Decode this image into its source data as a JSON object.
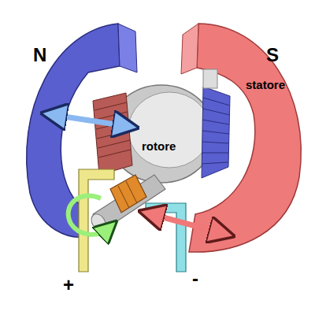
{
  "diagram": {
    "labels": [
      "N",
      "S",
      "statore",
      "rotore",
      "+",
      "-"
    ]
  }
}
